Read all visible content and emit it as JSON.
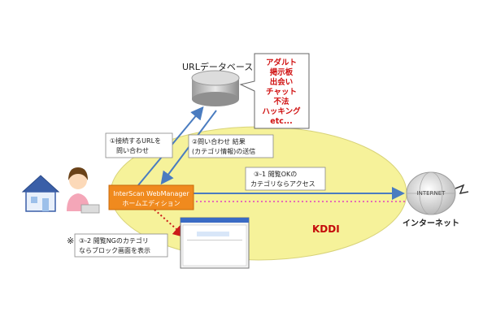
{
  "database": {
    "label": "URLデータベース"
  },
  "categories_bubble": {
    "lines": [
      "アダルト",
      "掲示板",
      "出会い",
      "チャット",
      "不法",
      "ハッキング",
      "etc..."
    ]
  },
  "steps": {
    "step1": [
      "①接続するURLを",
      "問い合わせ"
    ],
    "step2": [
      "②問い合わせ 結果",
      "(カテゴリ情報)の送信"
    ],
    "step3_1": [
      "③-1 閲覧OKの",
      "カテゴリならアクセス"
    ],
    "step3_2": [
      "③-2 閲覧NGのカテゴリ",
      "ならブロック画面を表示"
    ]
  },
  "product": {
    "line1": "InterScan WebManager",
    "line2": "ホームエディション"
  },
  "kddi": {
    "label": "KDDI"
  },
  "internet": {
    "cloud_text": "INTERNET",
    "label": "インターネット"
  },
  "note_mark": "※",
  "colors": {
    "ellipse_fill": "#f6f29a",
    "product_box": "#f08a1e",
    "blue_arrow": "#4a7cc0",
    "red_dotted": "#cc1a1a",
    "magenta_dotted": "#e040c0",
    "kddi_text": "#c40a0a"
  }
}
